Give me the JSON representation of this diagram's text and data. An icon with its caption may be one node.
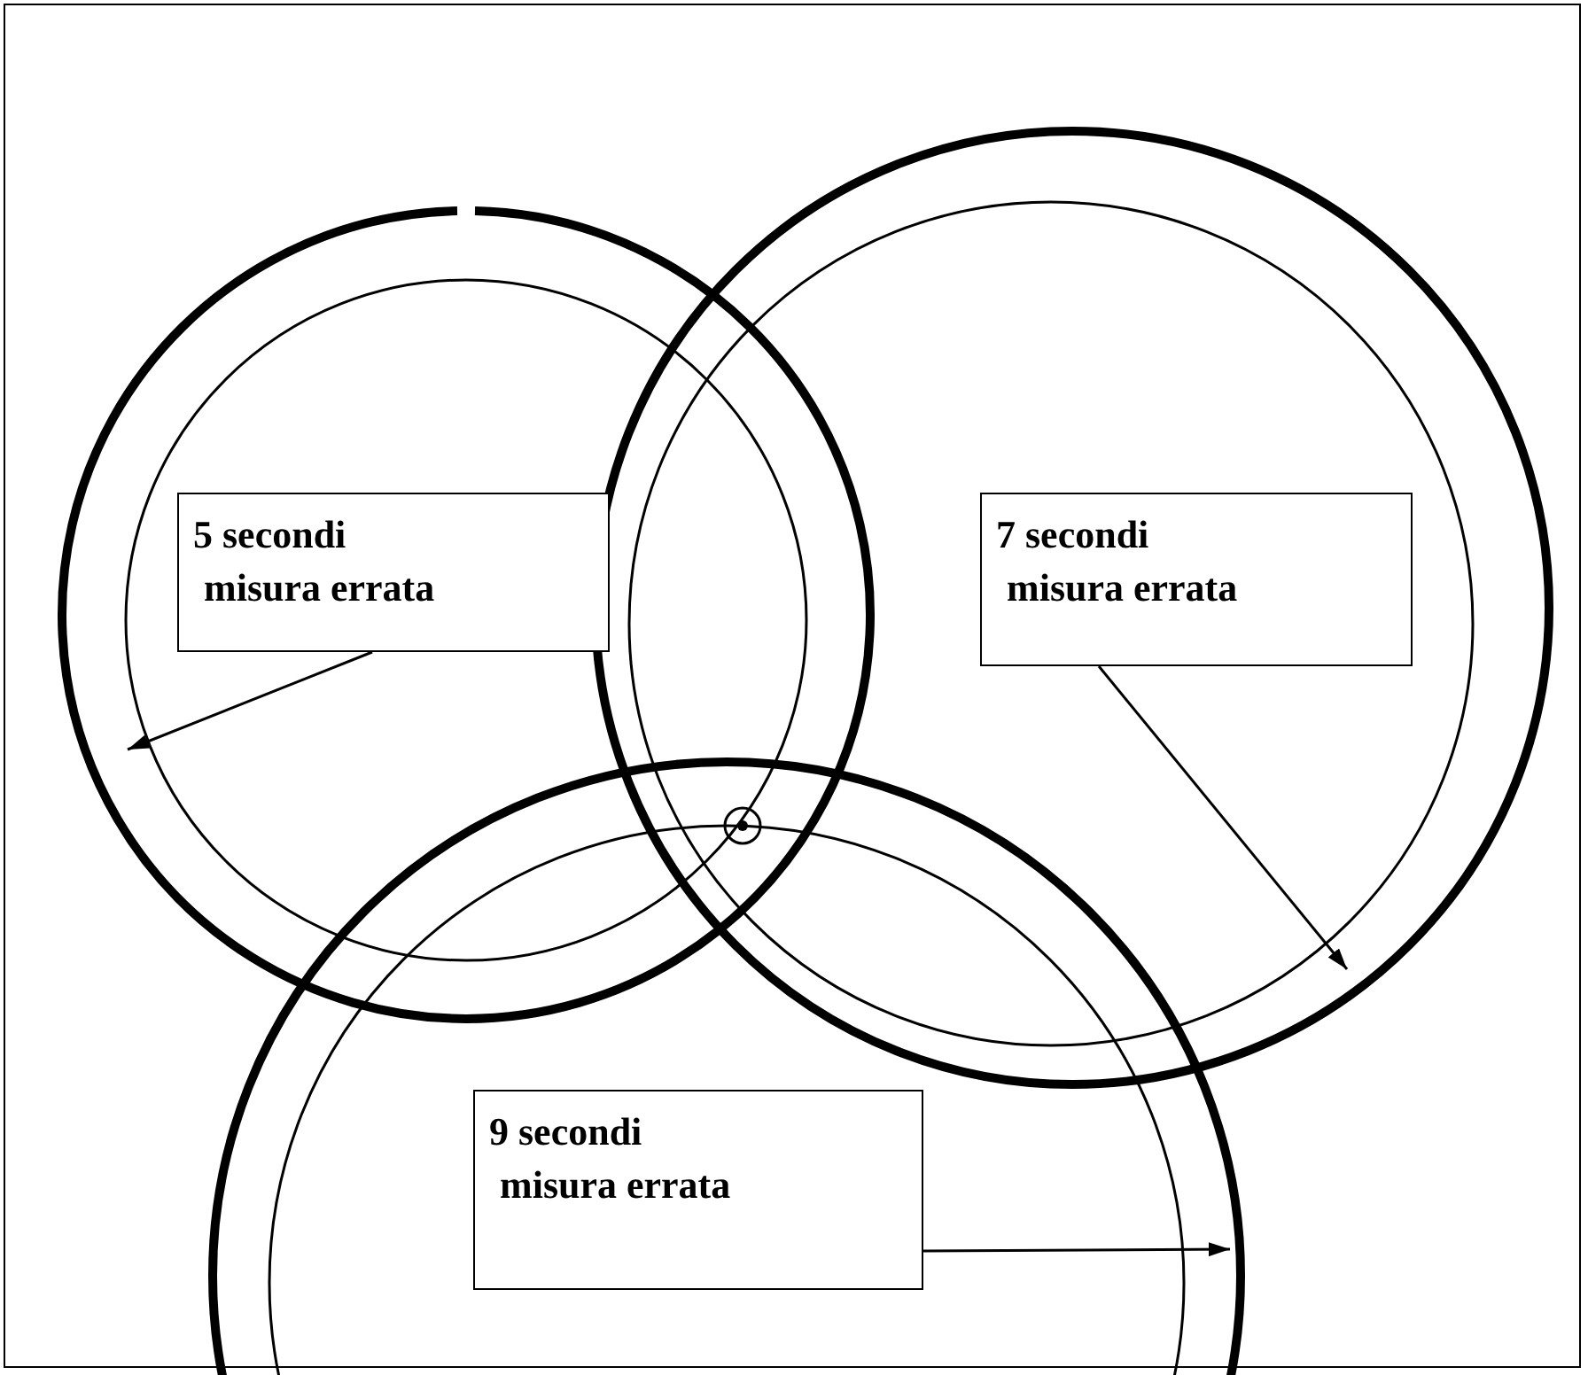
{
  "diagram": {
    "nodes": [
      {
        "text": [
          "5 secondi",
          "misura errata"
        ]
      },
      {
        "text": [
          "7 secondi",
          "misura errata"
        ]
      },
      {
        "text": [
          "9 secondi",
          "misura errata"
        ]
      }
    ],
    "edges": [
      {
        "from": 0,
        "to": null,
        "arrow": "to"
      },
      {
        "from": 1,
        "to": null,
        "arrow": "to"
      },
      {
        "from": 2,
        "to": null,
        "arrow": "to"
      }
    ]
  }
}
